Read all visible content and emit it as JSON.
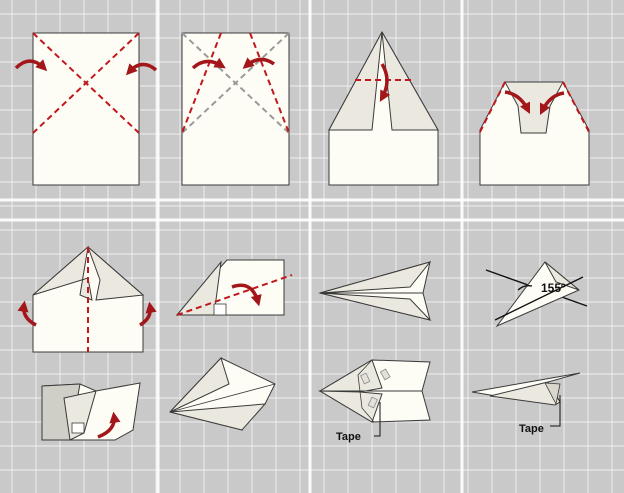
{
  "diagram": {
    "background_color": "#c9c9c9",
    "grid_color": "#ffffff",
    "paper_color": "#fdfcf5",
    "paper_shadow_color": "#e4e2d6",
    "outline_color": "#3a3a3a",
    "fold_line_color": "#c0181c",
    "arrow_color": "#a3161a",
    "guide_line_color": "#9a9a9a",
    "steps": 12,
    "labels": {
      "tape_left": "Tape",
      "tape_right": "Tape",
      "angle": "155º"
    }
  }
}
